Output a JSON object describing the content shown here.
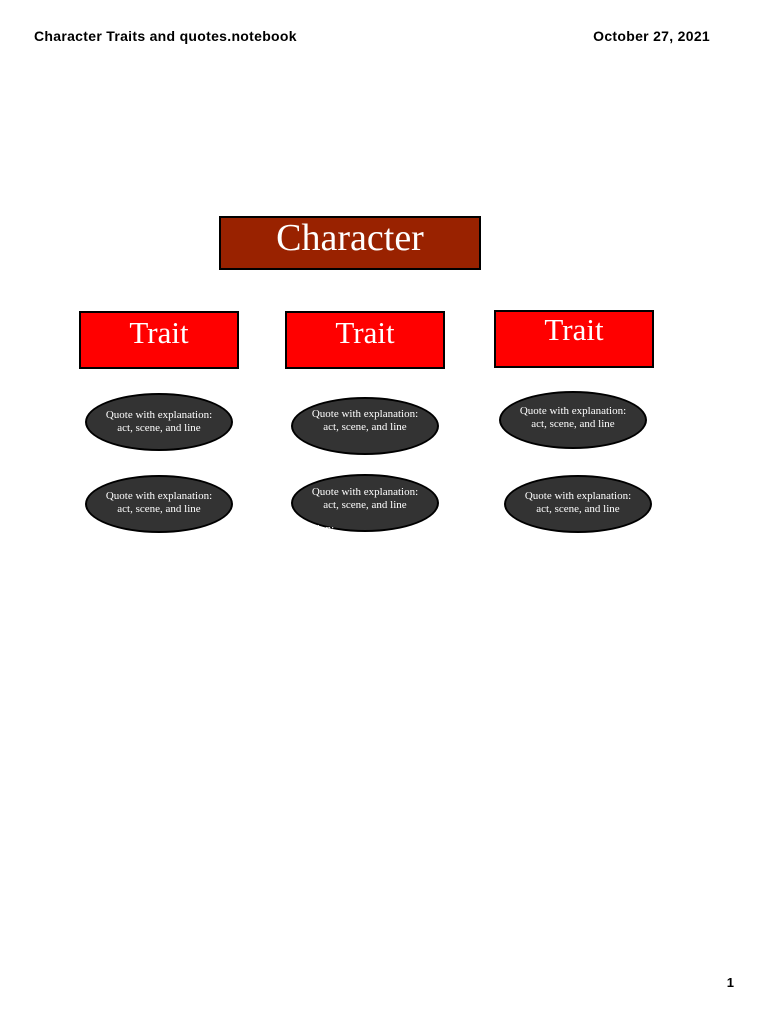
{
  "header": {
    "title": "Character Traits and quotes.notebook",
    "date": "October 27, 2021"
  },
  "diagram": {
    "character_label": "Character",
    "traits": [
      {
        "label": "Trait",
        "quotes": [
          {
            "line1": "Quote with explanation:",
            "line2": "act, scene, and line"
          },
          {
            "line1": "Quote with explanation:",
            "line2": "act, scene, and line"
          }
        ]
      },
      {
        "label": "Trait",
        "quotes": [
          {
            "line1": "Quote with explanation:",
            "line2": "act, scene, and line"
          },
          {
            "line1": "Quote with explanation:",
            "line2": "act, scene, and line"
          }
        ]
      },
      {
        "label": "Trait",
        "quotes": [
          {
            "line1": "Quote with explanation:",
            "line2": "act, scene, and line"
          },
          {
            "line1": "Quote with explanation:",
            "line2": "act, scene, and line"
          }
        ]
      }
    ],
    "stray_text": "tion:"
  },
  "colors": {
    "character_fill": "#992200",
    "trait_fill": "#ff0000",
    "quote_fill": "#333333"
  },
  "page_number": "1"
}
